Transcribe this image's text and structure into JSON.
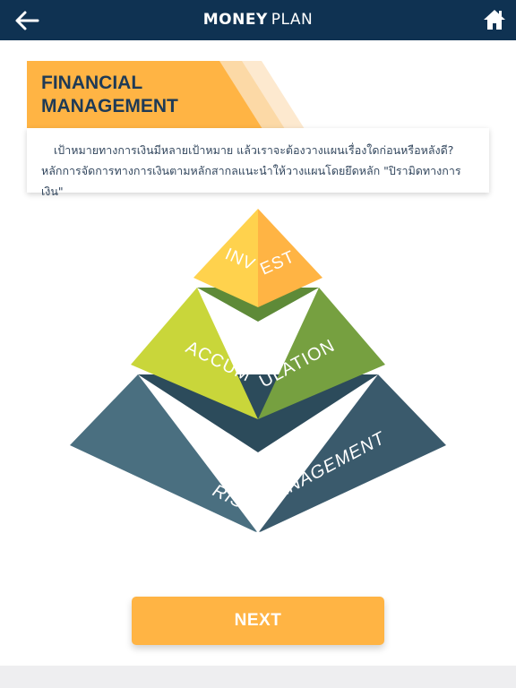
{
  "header": {
    "title_bold": "MONEY",
    "title_light": "PLAN",
    "back_icon": "arrow-left-icon",
    "home_icon": "home-icon"
  },
  "banner": {
    "title_line1": "FINANCIAL",
    "title_line2": "MANAGEMENT"
  },
  "description": "เป้าหมายทางการเงินมีหลายเป้าหมาย แล้วเราจะต้องวางแผนเรื่องใดก่อนหรือหลังดี? หลักการจัดการทางการเงินตามหลักสากลแนะนำให้วางแผนโดยยึดหลัก \"ปิรามิดทางการเงิน\"",
  "pyramid": {
    "top": {
      "left": "INV",
      "right": "EST"
    },
    "middle": {
      "left": "ACCUM",
      "right": "ULATION"
    },
    "bottom": {
      "left": "RISK",
      "right": "MANAGEMENT"
    },
    "tap_icon": "tap-hand-icon"
  },
  "next_button": "NEXT",
  "colors": {
    "header_bg": "#0f3252",
    "accent_orange": "#ffb444",
    "invest_left": "#ffd24d",
    "invest_right": "#ffb444",
    "accum_left": "#c9d63a",
    "accum_right": "#76a040",
    "risk_left": "#4a6f80",
    "risk_right": "#3a5a6c"
  }
}
